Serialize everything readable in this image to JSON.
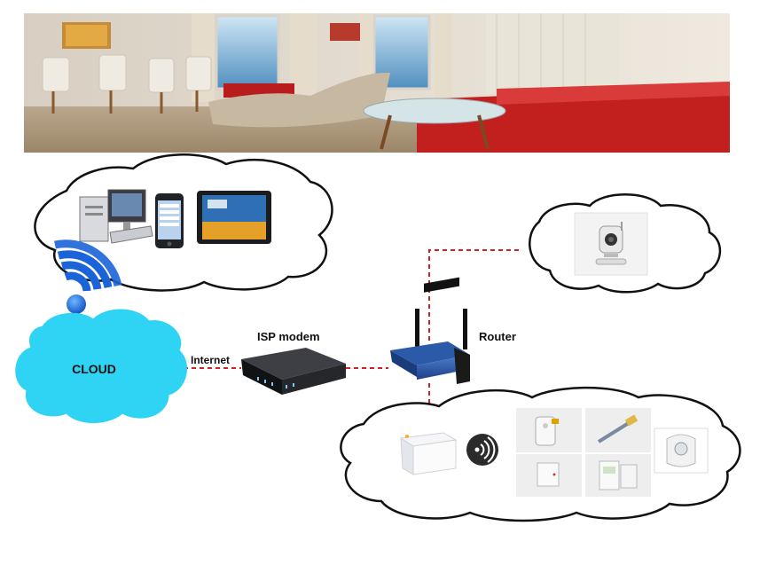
{
  "labels": {
    "cloud": "CLOUD",
    "internet": "Internet",
    "isp_modem": "ISP modem",
    "router": "Router"
  },
  "colors": {
    "cloud_fill": "#2fd3f3",
    "link_dashed": "#d32020",
    "router_blue": "#2a5aa8",
    "wifi_blue": "#1b63d8",
    "sofa_red": "#c21f1f"
  },
  "icons": {
    "wifi": "wifi-signal-icon",
    "wireless_small": "wireless-signal-icon"
  }
}
